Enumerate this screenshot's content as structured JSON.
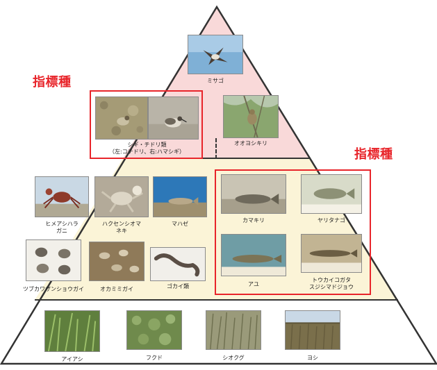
{
  "colors": {
    "tier_top": "#f9d9d9",
    "tier_mid": "#fbf4d7",
    "tier_bottom": "#ffffff",
    "outline": "#333333",
    "indicator_red": "#e8242a"
  },
  "indicator_label_left": "指標種",
  "indicator_label_right": "指標種",
  "tier1": {
    "osprey": "ミサゴ"
  },
  "tier2": {
    "plover_line1": "シギ・チドリ類",
    "plover_line2": "（左:コチドリ、右:ハマシギ）",
    "shrike": "オオヨシキリ"
  },
  "tier3": {
    "fiddler_line1": "ヒメアシハラ",
    "fiddler_line2": "ガニ",
    "crab_line1": "ハクセンシオマ",
    "crab_line2": "ネキ",
    "goby": "マハゼ",
    "kamakiri": "カマキリ",
    "yaritanago": "ヤリタナゴ",
    "snail": "ツブカワザンショウガイ",
    "clam": "オカミミガイ",
    "worm": "ゴカイ類",
    "ayu": "アユ",
    "loach_line1": "トウカイコガタ",
    "loach_line2": "スジシマドジョウ"
  },
  "tier4": {
    "reed1": "アイアシ",
    "fukudo": "フクド",
    "shiokugu": "シオクグ",
    "yoshi": "ヨシ"
  }
}
